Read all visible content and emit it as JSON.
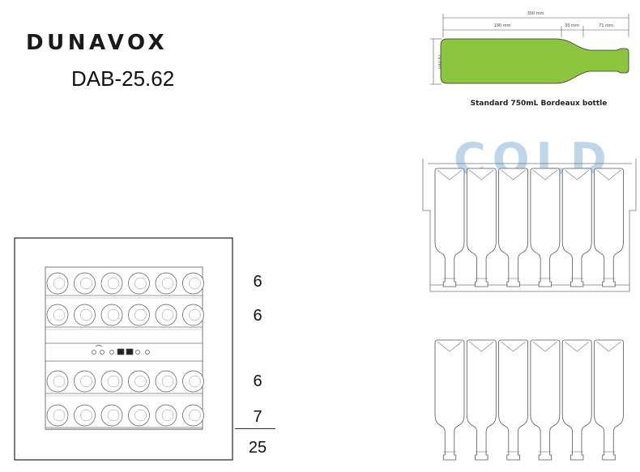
{
  "brand": "DUNAVOX",
  "model": "DAB-25.62",
  "shelf_counts": [
    "6",
    "6",
    "6",
    "7"
  ],
  "total": "25",
  "bottle": {
    "caption": "Standard 750mL Bordeaux bottle",
    "dim_total": "300 mm",
    "dim_body": "190 mm",
    "dim_shoulder": "30 mm",
    "dim_neck": "71 mm",
    "dim_height": "70 mm",
    "color": "#8cc63f"
  },
  "watermark": "COLD"
}
